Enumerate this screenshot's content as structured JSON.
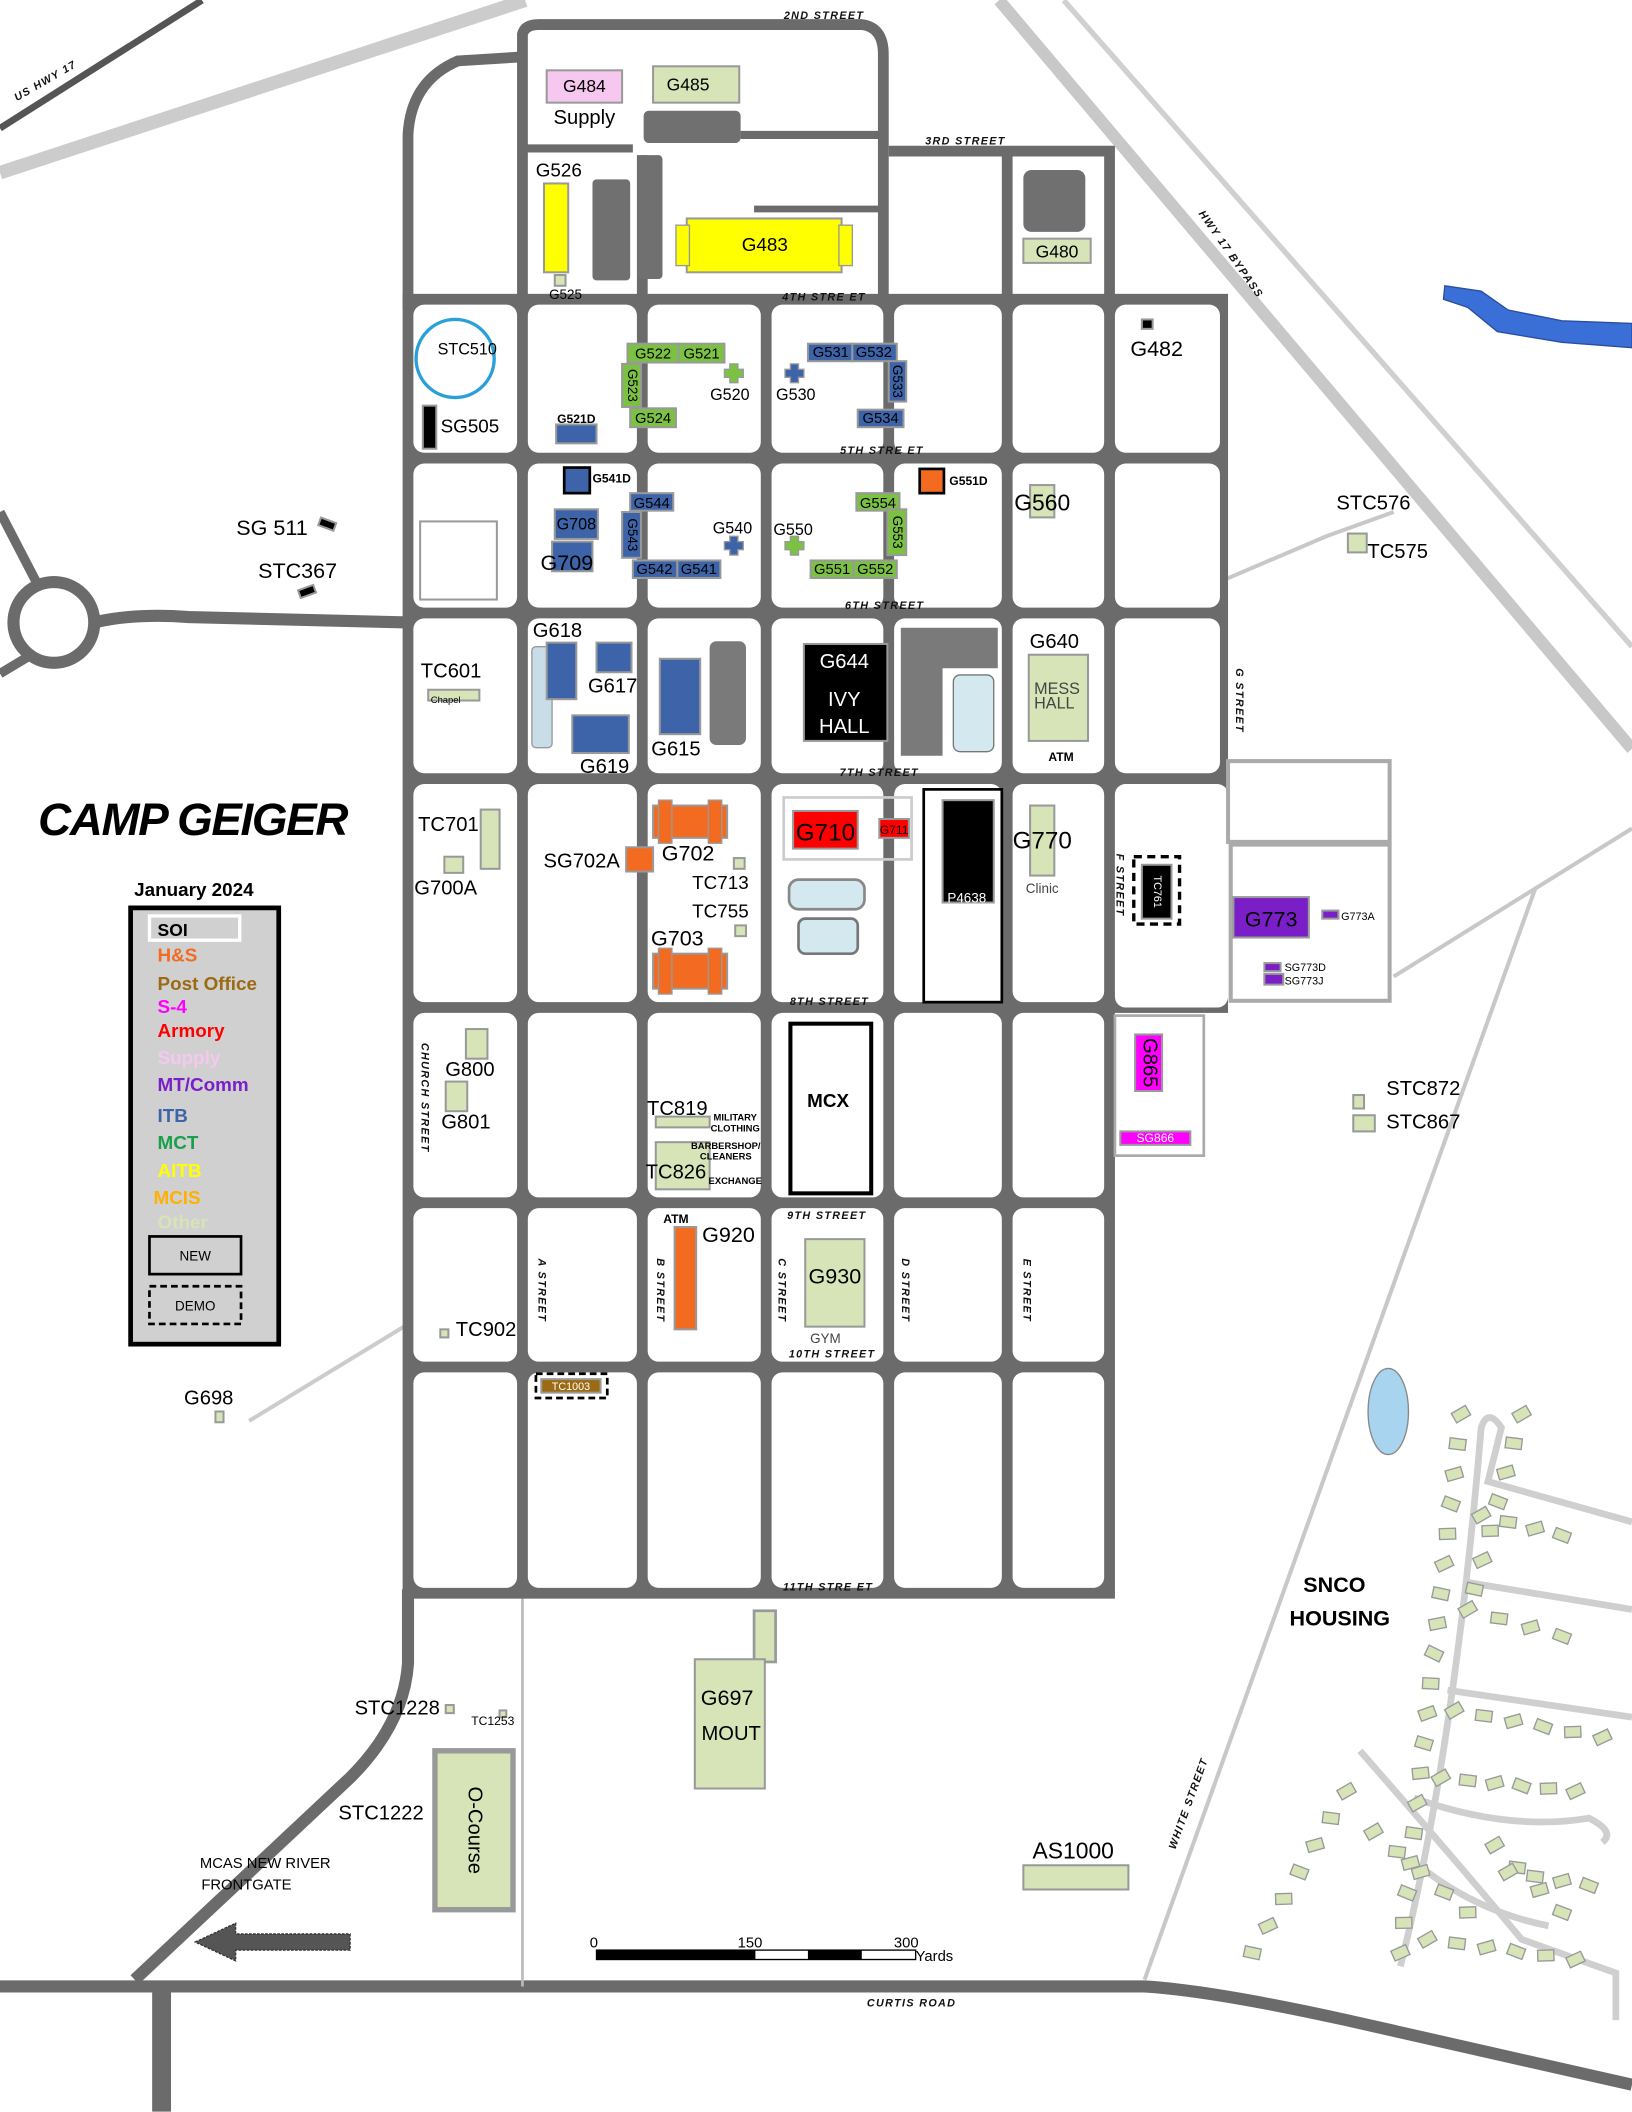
{
  "title": "CAMP GEIGER",
  "date": "January 2024",
  "legend": {
    "items": [
      {
        "key": "soi",
        "label": "SOI",
        "color": "#000000"
      },
      {
        "key": "hs",
        "label": "H&S",
        "color": "#f26b21"
      },
      {
        "key": "po",
        "label": "Post Office",
        "color": "#9b6a12"
      },
      {
        "key": "s4",
        "label": "S-4",
        "color": "#ff00ff"
      },
      {
        "key": "armory",
        "label": "Armory",
        "color": "#ff0000"
      },
      {
        "key": "supply",
        "label": "Supply",
        "color": "#f6c8f0"
      },
      {
        "key": "mtcomm",
        "label": "MT/Comm",
        "color": "#7a1fc8"
      },
      {
        "key": "itb",
        "label": "ITB",
        "color": "#3d64a8"
      },
      {
        "key": "mct",
        "label": "MCT",
        "color": "#1aa04a"
      },
      {
        "key": "aitb",
        "label": "AITB",
        "color": "#ffff00"
      },
      {
        "key": "mcis",
        "label": "MCIS",
        "color": "#ffb000"
      },
      {
        "key": "other",
        "label": "Other",
        "color": "#d6e4b8"
      }
    ],
    "new_label": "NEW",
    "demo_label": "DEMO"
  },
  "buildings": [
    {
      "label": "G484",
      "category": "supply"
    },
    {
      "label": "G485",
      "category": "other"
    },
    {
      "label": "G526",
      "category": "aitb"
    },
    {
      "label": "G483",
      "category": "aitb"
    },
    {
      "label": "G525",
      "category": "other"
    },
    {
      "label": "G480",
      "category": "other"
    },
    {
      "label": "G482",
      "category": "soi"
    },
    {
      "label": "STC510",
      "category": "other"
    },
    {
      "label": "SG505",
      "category": "soi"
    },
    {
      "label": "G522",
      "category": "mct"
    },
    {
      "label": "G521",
      "category": "mct"
    },
    {
      "label": "G523",
      "category": "mct"
    },
    {
      "label": "G524",
      "category": "mct"
    },
    {
      "label": "G520",
      "category": "mct"
    },
    {
      "label": "G521D",
      "category": "itb"
    },
    {
      "label": "G531",
      "category": "itb"
    },
    {
      "label": "G532",
      "category": "itb"
    },
    {
      "label": "G533",
      "category": "itb"
    },
    {
      "label": "G534",
      "category": "itb"
    },
    {
      "label": "G530",
      "category": "itb"
    },
    {
      "label": "G541D",
      "category": "itb"
    },
    {
      "label": "G551D",
      "category": "hs"
    },
    {
      "label": "G560",
      "category": "other"
    },
    {
      "label": "G708",
      "category": "itb"
    },
    {
      "label": "G709",
      "category": "itb"
    },
    {
      "label": "G544",
      "category": "itb"
    },
    {
      "label": "G543",
      "category": "itb"
    },
    {
      "label": "G542",
      "category": "itb"
    },
    {
      "label": "G541",
      "category": "itb"
    },
    {
      "label": "G540",
      "category": "itb"
    },
    {
      "label": "G550",
      "category": "mct"
    },
    {
      "label": "G554",
      "category": "mct"
    },
    {
      "label": "G553",
      "category": "mct"
    },
    {
      "label": "G551",
      "category": "mct"
    },
    {
      "label": "G552",
      "category": "mct"
    },
    {
      "label": "SG 511",
      "category": "soi"
    },
    {
      "label": "STC367",
      "category": "soi"
    },
    {
      "label": "STC576",
      "category": "other"
    },
    {
      "label": "TC575",
      "category": "other"
    },
    {
      "label": "G618",
      "category": "itb"
    },
    {
      "label": "G617",
      "category": "itb"
    },
    {
      "label": "G619",
      "category": "itb"
    },
    {
      "label": "TC601",
      "category": "other"
    },
    {
      "label": "G615",
      "category": "itb"
    },
    {
      "label": "G644",
      "category": "soi"
    },
    {
      "label": "G640",
      "category": "other"
    },
    {
      "label": "TC701",
      "category": "other"
    },
    {
      "label": "G700A",
      "category": "other"
    },
    {
      "label": "G702",
      "category": "hs"
    },
    {
      "label": "SG702A",
      "category": "hs"
    },
    {
      "label": "TC713",
      "category": "other"
    },
    {
      "label": "TC755",
      "category": "other"
    },
    {
      "label": "G703",
      "category": "hs"
    },
    {
      "label": "G710",
      "category": "armory"
    },
    {
      "label": "G711",
      "category": "armory"
    },
    {
      "label": "P4638",
      "category": "soi"
    },
    {
      "label": "G770",
      "category": "other"
    },
    {
      "label": "TC761",
      "category": "soi"
    },
    {
      "label": "G773",
      "category": "mtcomm"
    },
    {
      "label": "G773A",
      "category": "mtcomm"
    },
    {
      "label": "SG773D",
      "category": "mtcomm"
    },
    {
      "label": "SG773J",
      "category": "mtcomm"
    },
    {
      "label": "G800",
      "category": "other"
    },
    {
      "label": "G801",
      "category": "other"
    },
    {
      "label": "TC819",
      "category": "other"
    },
    {
      "label": "TC826",
      "category": "other"
    },
    {
      "label": "G865",
      "category": "s4"
    },
    {
      "label": "SG866",
      "category": "s4"
    },
    {
      "label": "STC872",
      "category": "other"
    },
    {
      "label": "STC867",
      "category": "other"
    },
    {
      "label": "G920",
      "category": "hs"
    },
    {
      "label": "G930",
      "category": "other"
    },
    {
      "label": "TC902",
      "category": "other"
    },
    {
      "label": "G698",
      "category": "other"
    },
    {
      "label": "TC1003",
      "category": "po"
    },
    {
      "label": "G697",
      "category": "other"
    },
    {
      "label": "STC1228",
      "category": "other"
    },
    {
      "label": "TC1253",
      "category": "other"
    },
    {
      "label": "STC1222",
      "category": "other"
    },
    {
      "label": "O-Course",
      "category": "other"
    },
    {
      "label": "AS1000",
      "category": "other"
    },
    {
      "label": "MCX",
      "category": "new"
    }
  ],
  "notes": [
    "Supply",
    "Chapel",
    "IVY",
    "HALL",
    "MESS",
    "HALL",
    "ATM",
    "Clinic",
    "MILITARY",
    "CLOTHING",
    "BARBERSHOP/",
    "CLEANERS",
    "EXCHANGE",
    "ATM",
    "GYM",
    "MOUT",
    "MCAS NEW RIVER",
    "FRONTGATE",
    "SNCO",
    "HOUSING"
  ],
  "streets": [
    "2ND STREET",
    "3RD STREET",
    "4TH STRE ET",
    "5TH STRE ET",
    "6TH STREET",
    "7TH STREET",
    "8TH STREET",
    "9TH STREET",
    "10TH STREET",
    "11TH STRE ET",
    "A STREET",
    "B STREET",
    "C STREET",
    "D STREET",
    "E STREET",
    "F STREET",
    "G STREET",
    "CHURCH STREET",
    "WHITE STREET",
    "CURTIS ROAD",
    "HWY 17 BYPASS",
    "US HWY 17"
  ],
  "scale_bar": {
    "ticks": [
      "0",
      "150",
      "300"
    ],
    "unit": "Yards"
  }
}
